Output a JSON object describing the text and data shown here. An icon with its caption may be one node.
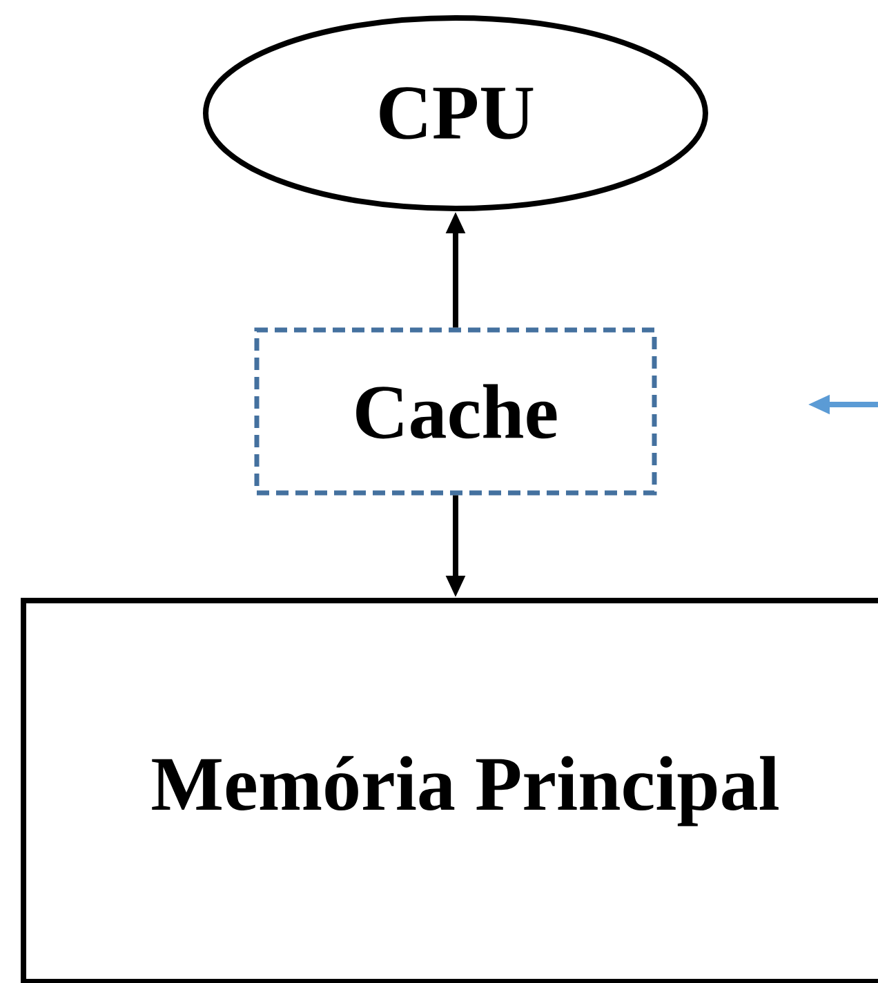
{
  "diagram": {
    "nodes": [
      {
        "text": [
          "CPU"
        ]
      },
      {
        "text": [
          "Cache"
        ]
      },
      {
        "text": [
          "Memória Principal"
        ]
      }
    ],
    "edges": [
      {
        "from": 1,
        "to": 0,
        "arrow": "to"
      },
      {
        "from": 1,
        "to": 2,
        "arrow": "to"
      }
    ]
  }
}
